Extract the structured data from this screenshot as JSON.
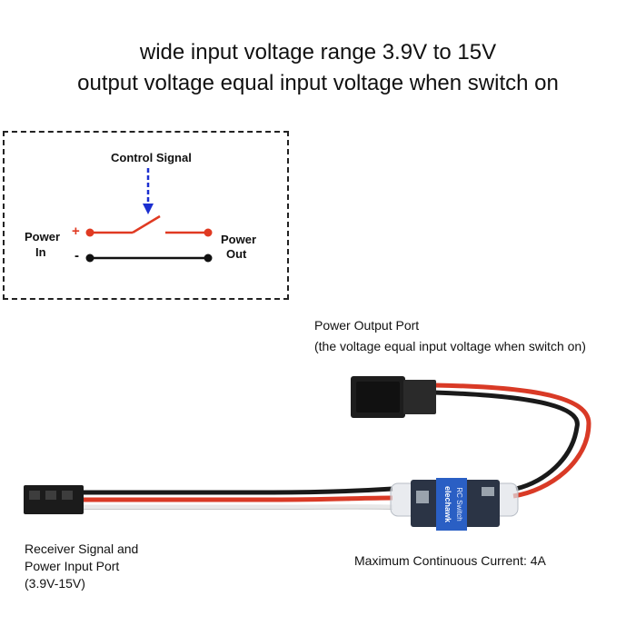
{
  "header": {
    "line1": "wide input voltage range 3.9V to 15V",
    "line2": "output voltage equal input voltage when switch on"
  },
  "schematic": {
    "control_signal": "Control Signal",
    "power_in_line1": "Power",
    "power_in_line2": "In",
    "power_out_line1": "Power",
    "power_out_line2": "Out",
    "plus": "+",
    "minus": "-",
    "colors": {
      "positive": "#e03a22",
      "negative": "#111111",
      "signal": "#1b2fd0"
    }
  },
  "product": {
    "module_brand": "elechawk",
    "module_name": "RC Switch",
    "colors": {
      "red_wire": "#d93a26",
      "black_wire": "#1a1a1a",
      "white_wire": "#f2f2f2",
      "module_body": "#2b3445",
      "module_label": "#2a5fc4"
    }
  },
  "captions": {
    "output_port_title": "Power Output Port",
    "output_port_note": "(the voltage equal input voltage when switch on)",
    "input_port_line1": "Receiver Signal and",
    "input_port_line2": "Power Input Port",
    "input_port_line3": "(3.9V-15V)",
    "max_current": "Maximum Continuous Current: 4A"
  }
}
